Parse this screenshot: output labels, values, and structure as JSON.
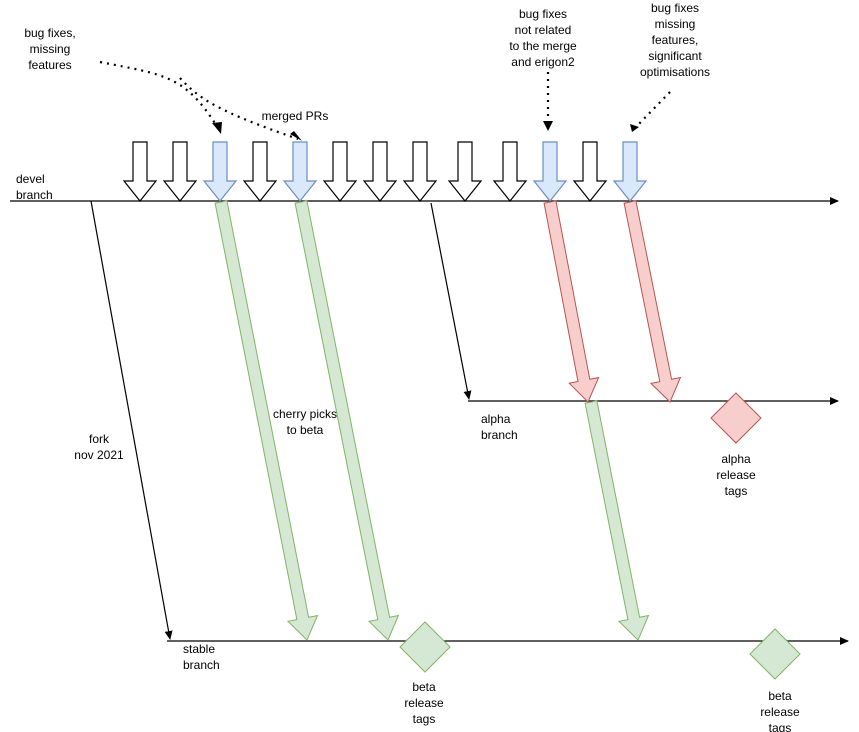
{
  "colors": {
    "line": "#000000",
    "white_arrow_fill": "#ffffff",
    "blue_fill": "#dae8fc",
    "blue_stroke": "#6c8ebf",
    "green_fill": "#d5e8d4",
    "green_stroke": "#82b366",
    "red_fill": "#f8cecc",
    "red_stroke": "#b85450"
  },
  "labels": {
    "bug_fixes_missing": [
      "bug fixes,",
      "missing",
      "features"
    ],
    "merged_prs": [
      "merged PRs"
    ],
    "bug_fixes_not_related": [
      "bug fixes",
      "not related",
      "to the merge",
      "and erigon2"
    ],
    "bug_fixes_significant": [
      "bug fixes",
      "missing",
      "features,",
      "significant",
      "optimisations"
    ],
    "devel_branch": [
      "devel",
      "branch"
    ],
    "fork": [
      "fork",
      "nov 2021"
    ],
    "cherry_picks": [
      "cherry picks",
      "to beta"
    ],
    "alpha_branch": [
      "alpha",
      "branch"
    ],
    "alpha_release_tags": [
      "alpha",
      "release",
      "tags"
    ],
    "stable_branch": [
      "stable",
      "branch"
    ],
    "beta_release_tags_1": [
      "beta",
      "release",
      "tags"
    ],
    "beta_release_tags_2": [
      "beta",
      "release",
      "tags"
    ]
  },
  "pr_arrows": [
    "white",
    "white",
    "blue",
    "white",
    "blue",
    "white",
    "white",
    "white",
    "white",
    "white",
    "blue",
    "white",
    "blue"
  ],
  "icons": {
    "pr_arrow": "down-arrow-icon",
    "release_tag": "diamond-icon"
  }
}
